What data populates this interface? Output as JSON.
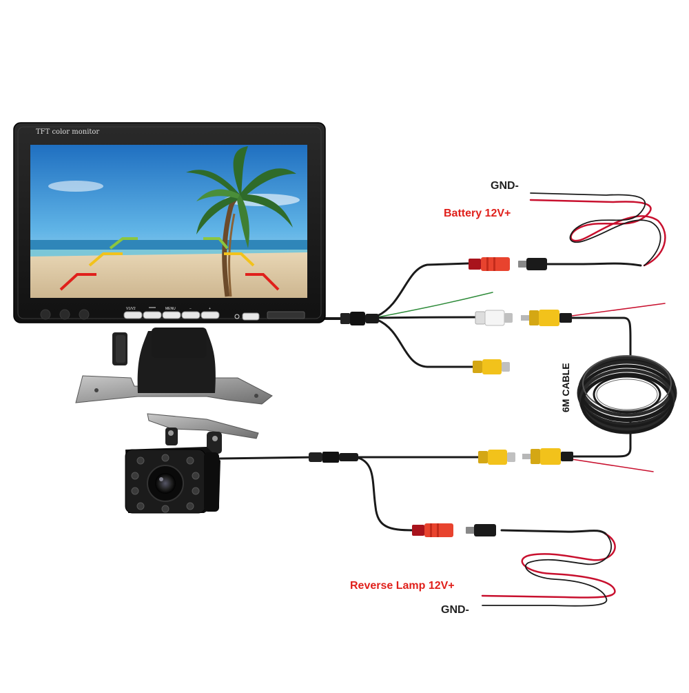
{
  "colors": {
    "label_red": "#e0201b",
    "cable_black": "#1a1a1a",
    "wire_red": "#c8102e",
    "wire_green": "#2e8b3a",
    "rca_yellow": "#f2c21b",
    "rca_red": "#e8432e",
    "rca_white": "#f2f2f2"
  },
  "monitor": {
    "brand_text": "TFT color monitor",
    "buttons": [
      "V1/V2",
      "",
      "MENU",
      "−",
      "+"
    ],
    "power_icon": "power-icon"
  },
  "labels": {
    "gnd_top": "GND-",
    "battery": "Battery 12V+",
    "cable": "6M CABLE",
    "reverse_lamp": "Reverse Lamp 12V+",
    "gnd_bottom": "GND-"
  }
}
